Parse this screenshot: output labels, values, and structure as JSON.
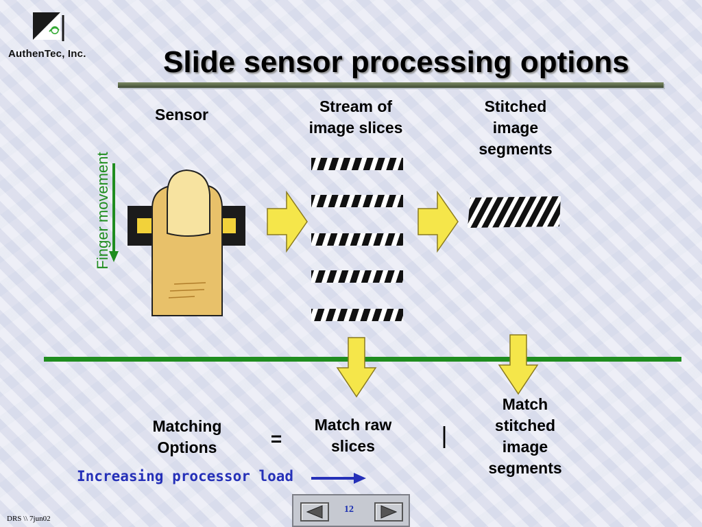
{
  "logo": {
    "company": "AuthenTec, Inc."
  },
  "title": "Slide sensor processing options",
  "labels": {
    "sensor": "Sensor",
    "stream": "Stream of image slices",
    "stitched": "Stitched image segments",
    "finger_movement": "Finger movement"
  },
  "matching": {
    "options_label": "Matching Options",
    "equals": "=",
    "raw": "Match raw slices",
    "separator": "|",
    "stitched": "Match stitched image segments"
  },
  "load_label": "Increasing processor load",
  "colors": {
    "green": "#1f8d1f",
    "arrow_yellow": "#f5e64a",
    "blue": "#2530b8"
  },
  "footer": {
    "text": "DRS \\\\ 7jun02",
    "page_number": "12"
  }
}
